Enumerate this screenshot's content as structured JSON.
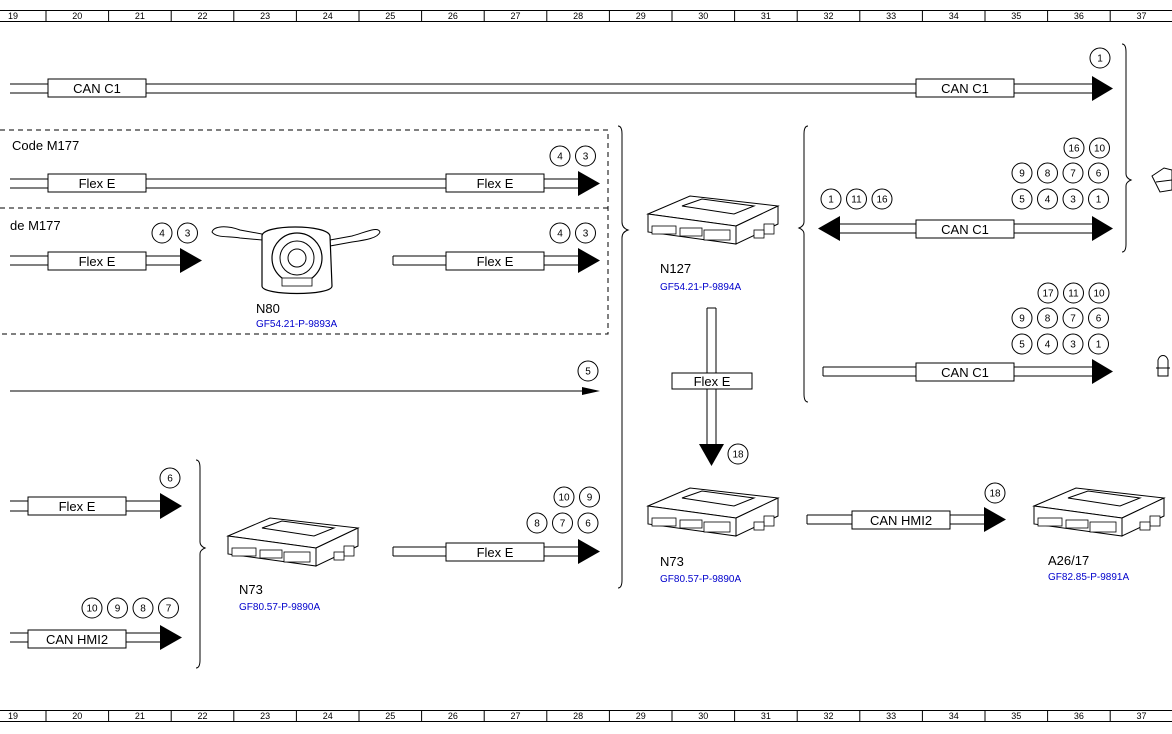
{
  "ruler": {
    "numbers": [
      "19",
      "20",
      "21",
      "22",
      "23",
      "24",
      "25",
      "26",
      "27",
      "28",
      "29",
      "30",
      "31",
      "32",
      "33",
      "34",
      "35",
      "36",
      "37"
    ]
  },
  "codes": {
    "code_m177_a": "Code M177",
    "code_m177_b": "de M177"
  },
  "buses": {
    "can_c1": "CAN C1",
    "flex_e": "Flex E",
    "can_hmi2": "CAN HMI2"
  },
  "components": {
    "n80": {
      "name": "N80",
      "ref": "GF54.21-P-9893A"
    },
    "n127": {
      "name": "N127",
      "ref": "GF54.21-P-9894A"
    },
    "n73_left": {
      "name": "N73",
      "ref": "GF80.57-P-9890A"
    },
    "n73_right": {
      "name": "N73",
      "ref": "GF80.57-P-9890A"
    },
    "a26_17": {
      "name": "A26/17",
      "ref": "GF82.85-P-9891A"
    }
  },
  "markers": {
    "top_right": [
      "1"
    ],
    "flex_top": [
      "4",
      "3"
    ],
    "flex_n80_left": [
      "4",
      "3"
    ],
    "flex_n80_right": [
      "4",
      "3"
    ],
    "line5": [
      "5"
    ],
    "flex_bottom_left": [
      "6"
    ],
    "can_hmi2_left": [
      "10",
      "9",
      "8",
      "7"
    ],
    "n73_out_row1": [
      "10",
      "9"
    ],
    "n73_out_row2": [
      "8",
      "7",
      "6"
    ],
    "vertical_flex": [
      "18"
    ],
    "hmi2_right": [
      "18"
    ],
    "can_c1_mid_left": [
      "1",
      "11",
      "16"
    ],
    "can_c1_mid_row1": [
      "16",
      "10"
    ],
    "can_c1_mid_row2": [
      "9",
      "8",
      "7",
      "6"
    ],
    "can_c1_mid_row3": [
      "5",
      "4",
      "3",
      "1"
    ],
    "can_c1_low_row1": [
      "17",
      "11",
      "10"
    ],
    "can_c1_low_row2": [
      "9",
      "8",
      "7",
      "6"
    ],
    "can_c1_low_row3": [
      "5",
      "4",
      "3",
      "1"
    ]
  }
}
